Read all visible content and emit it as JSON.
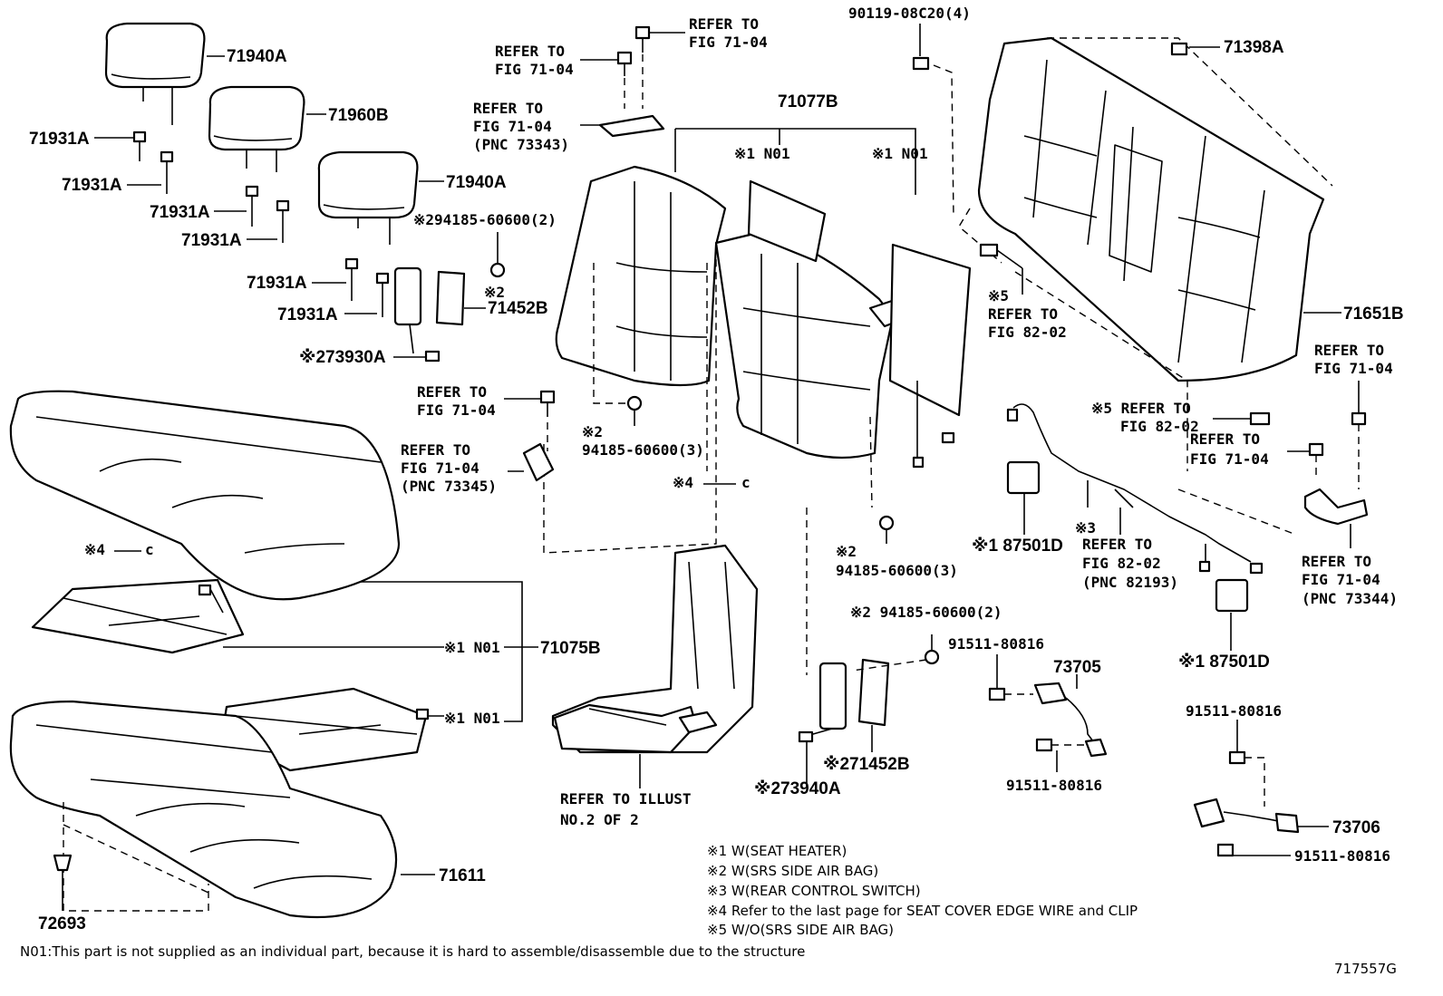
{
  "parts": {
    "p71940A_1": "71940A",
    "p71960B": "71960B",
    "p71940A_2": "71940A",
    "p71931A_1": "71931A",
    "p71931A_2": "71931A",
    "p71931A_3": "71931A",
    "p71931A_4": "71931A",
    "p71931A_5": "71931A",
    "p71931A_6": "71931A",
    "p71452B": "71452B",
    "p73930A": "※273930A",
    "p71077B": "71077B",
    "n01_a": "※1 N01",
    "n01_b": "※1 N01",
    "n01_c": "※1 N01",
    "n01_d": "※1 N01",
    "p71075B": "71075B",
    "p71611": "71611",
    "p72693": "72693",
    "p90119": "90119-08C20(4)",
    "p71398A": "71398A",
    "p71651B": "71651B",
    "p87501D_1": "※1 87501D",
    "p87501D_2": "※1 87501D",
    "p73705": "73705",
    "p73706": "73706",
    "p91511_1": "91511-80816",
    "p91511_2": "91511-80816",
    "p91511_3": "91511-80816",
    "p91511_4": "91511-80816",
    "p71452B_2": "※271452B",
    "p73940A": "※273940A",
    "p294185": "※294185-60600(2)",
    "nut_a_mark": "※2",
    "nut_a": "94185-60600(3)",
    "nut_b_mark": "※2",
    "nut_b": "94185-60600(3)",
    "nut_c": "※2 94185-60600(2)",
    "mark2_small": "※2",
    "mark4_a": "※4",
    "mark4_b": "※4",
    "mark5": "※5",
    "mark3": "※3",
    "clip_c": "c"
  },
  "refs": {
    "r1_line1": "REFER TO",
    "r1_line2": "FIG 71-04",
    "r2_line1": "REFER TO",
    "r2_line2": "FIG 71-04",
    "r3_line1": "REFER TO",
    "r3_line2": "FIG 71-04",
    "r3_line3": "(PNC 73343)",
    "r4_line1": "REFER TO",
    "r4_line2": "FIG 71-04",
    "r5_line1": "REFER TO",
    "r5_line2": "FIG 71-04",
    "r5_line3": "(PNC 73345)",
    "r6_line1": "REFER TO",
    "r6_line2": "FIG 82-02",
    "r7_line1": "REFER TO",
    "r7_line2": "FIG 71-04",
    "r8_line1": "※5 REFER TO",
    "r8_line2": "FIG 82-02",
    "r9_line1": "REFER TO",
    "r9_line2": "FIG 71-04",
    "r10_line1": "REFER TO",
    "r10_line2": "FIG 82-02",
    "r10_line3": "(PNC 82193)",
    "r11_line1": "REFER TO",
    "r11_line2": "FIG 71-04",
    "r11_line3": "(PNC 73344)",
    "r12_line1": "REFER TO ILLUST",
    "r12_line2": "NO.2 OF 2"
  },
  "legend": [
    "※1 W(SEAT HEATER)",
    "※2 W(SRS SIDE AIR BAG)",
    "※3 W(REAR CONTROL SWITCH)",
    "※4 Refer to the last page for SEAT COVER EDGE WIRE and CLIP",
    "※5 W/O(SRS SIDE AIR BAG)"
  ],
  "footnote": "N01:This part is not supplied as an individual part, because it is hard to assemble/disassemble due to the structure",
  "figure_id": "717557G"
}
